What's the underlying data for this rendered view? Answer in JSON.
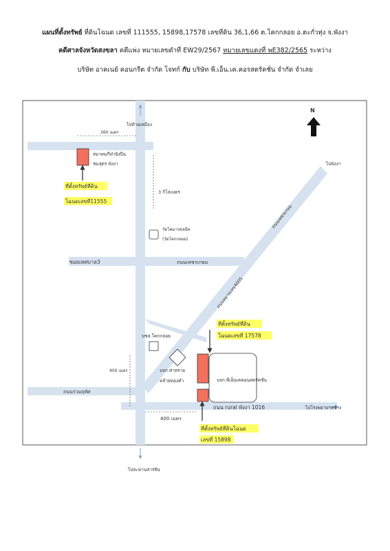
{
  "header": {
    "line1_bold": "แผนที่ตั้งทรัพย์",
    "line1_rest": "ที่ดินโฉนด เลขที่ 111555, 15898,17578 เลขที่ดิน 36,1,66 ต.โคกกลอย อ.ตะกั่วทุ่ง จ.พังงา",
    "line2_bold": "คดีศาลจังหวัดสงขลา",
    "line2_rest": "คดีแพ่ง หมายเลขดำที่ EW29/2567",
    "line2_underline": "หมายเลขแดงที่ พE382/2565",
    "line2_end": "ระหว่าง",
    "line3_a": "บริษัท อาคเนย์ คอนกรีต จำกัด โจทก์",
    "line3_b": "กับ",
    "line3_c": "บริษัท พี.เอ็น.เค.คอรสตรัคชั่น จำกัด จำเลย"
  },
  "map": {
    "north": "N",
    "to_north": "ไปท้ายเหมือง",
    "dist_360": "360 เมตร",
    "assoc_line1": "สมาคมกีฬายิงปืน",
    "assoc_line2": "ชมสุดร พังงา",
    "to_phangnga": "ไปพังงา",
    "plot1_line1": "ที่ตั้งทรัพย์ที่ดิน",
    "plot1_line2": "โฉนดเลขที่11555",
    "dist_3km": "3 กิโลเมตร",
    "temple_line1": "วัดโคมารคลอีด",
    "temple_line2": "(วัดโคกกลอย)",
    "road_phetkasem_diag": "ถนนเพชรเกษม",
    "soi_label": "ซอยเทศบาล3",
    "road_phetkasem": "ถนนเพชรเกษม",
    "road_4005": "ถนนหมายเลข4005",
    "plot2_line1": "ที่ตั้งทรัพย์ที่ดิน",
    "plot2_line2": "โฉนดเลขที่ 17578",
    "school": "บชส.โคกกลอย",
    "dist_400_v": "400 เมตร",
    "shop_line1": "บจก.ท่าทราย",
    "shop_line2": "คล้ายทองคำ",
    "company": "บจก.พีเอ็นเคคอนสตรัคชั่น",
    "road_ruam": "ถนนร่วมฤทัศ",
    "road_rural": "ถนน rural พังงา 1016",
    "to_hospital": "ไปโรงพยาบาลช้าง",
    "dist_400_h": "400 เมตร",
    "plot3_line1": "ที่ตั้งทรัพย์ที่ดินโฉนด",
    "plot3_line2": "เลขที่ 15898",
    "to_south": "ไปสะพานสารสิน",
    "colors": {
      "road": "#d6e2ef",
      "plot": "#f2715e",
      "highlight": "#ffff66",
      "border": "#555555"
    }
  }
}
